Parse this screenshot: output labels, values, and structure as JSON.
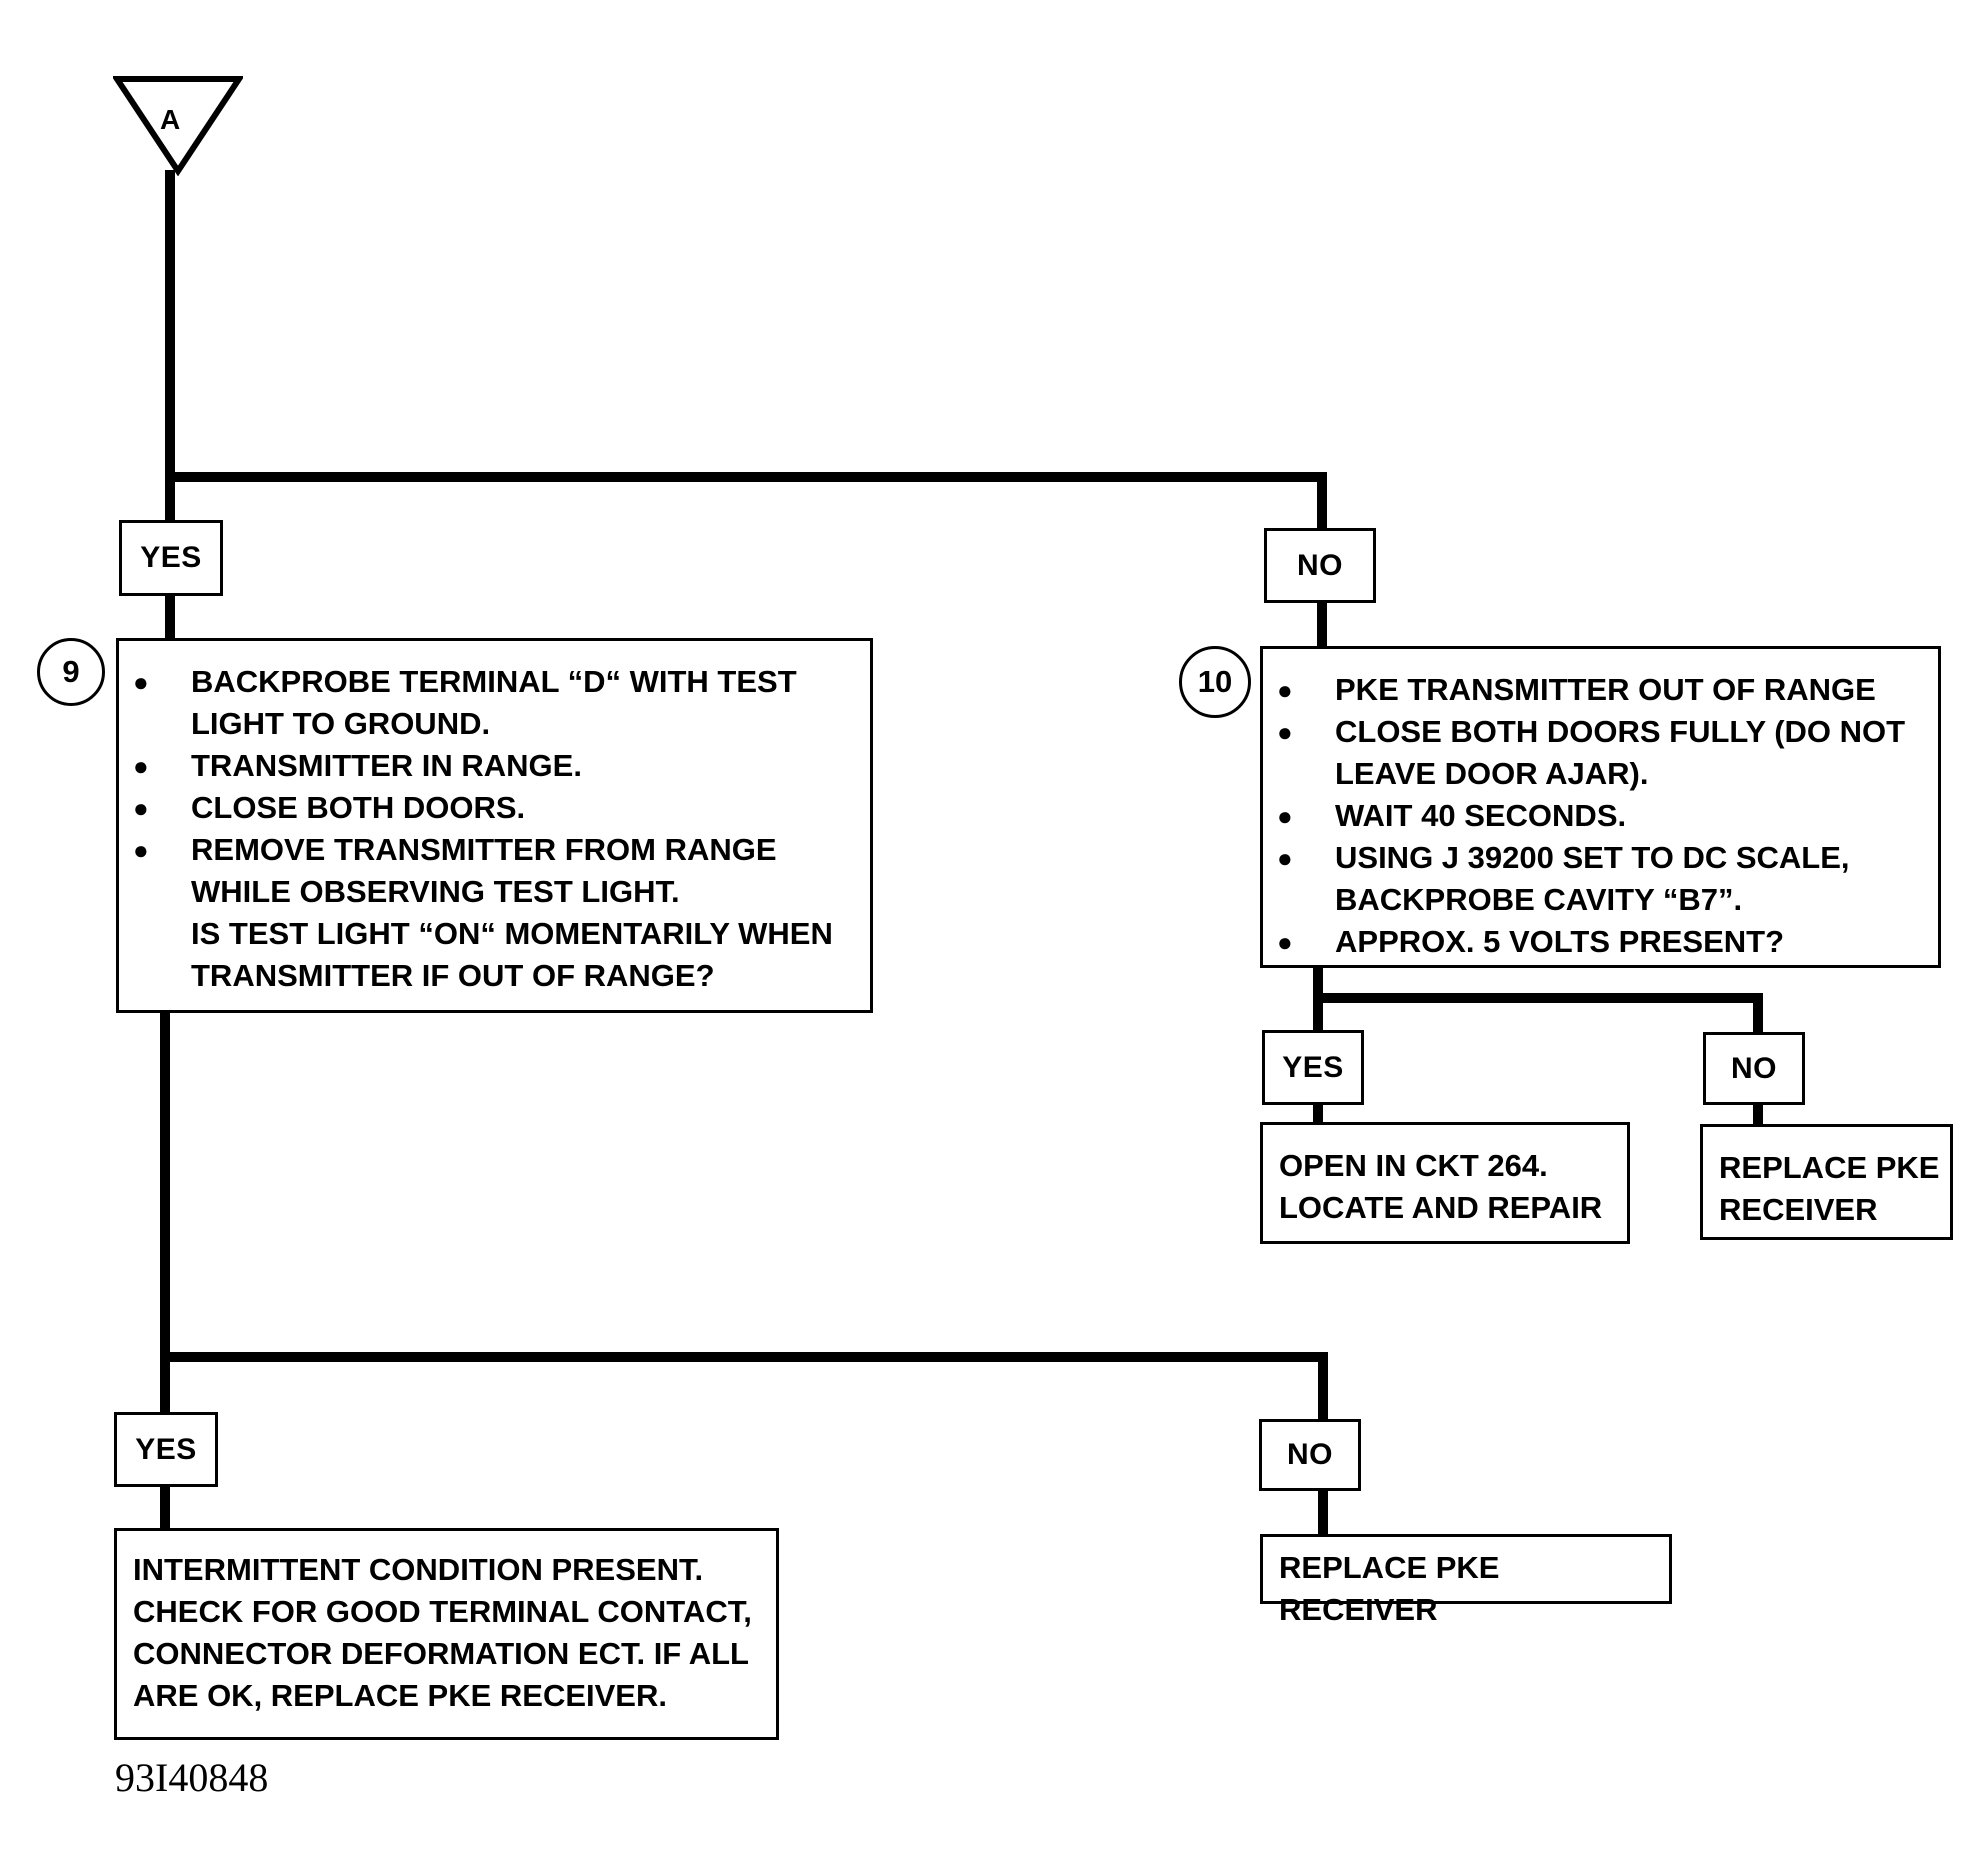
{
  "connector_label": "A",
  "figure_id": "93I40848",
  "labels": {
    "yes": "YES",
    "no": "NO"
  },
  "step9": {
    "number": "9",
    "bullets": [
      "BACKPROBE TERMINAL “D“ WITH TEST LIGHT TO GROUND.",
      "TRANSMITTER IN RANGE.",
      "CLOSE BOTH DOORS.",
      "REMOVE TRANSMITTER FROM RANGE WHILE OBSERVING TEST LIGHT."
    ],
    "question": "IS TEST LIGHT “ON“ MOMENTARILY WHEN TRANSMITTER IF OUT OF RANGE?"
  },
  "step10": {
    "number": "10",
    "bullets": [
      "PKE TRANSMITTER OUT OF RANGE",
      "CLOSE BOTH DOORS FULLY (DO NOT LEAVE DOOR AJAR).",
      "WAIT 40 SECONDS.",
      "USING J 39200 SET TO DC SCALE, BACKPROBE CAVITY “B7”.",
      "APPROX. 5 VOLTS PRESENT?"
    ]
  },
  "result_open_ckt": "OPEN IN CKT 264. LOCATE AND REPAIR",
  "result_replace_receiver_1": "REPLACE PKE RECEIVER",
  "result_intermittent": "INTERMITTENT CONDITION PRESENT. CHECK FOR GOOD TERMINAL CONTACT, CONNECTOR DEFORMATION ECT.  IF ALL ARE OK, REPLACE PKE RECEIVER.",
  "result_replace_receiver_2": "REPLACE PKE RECEIVER"
}
